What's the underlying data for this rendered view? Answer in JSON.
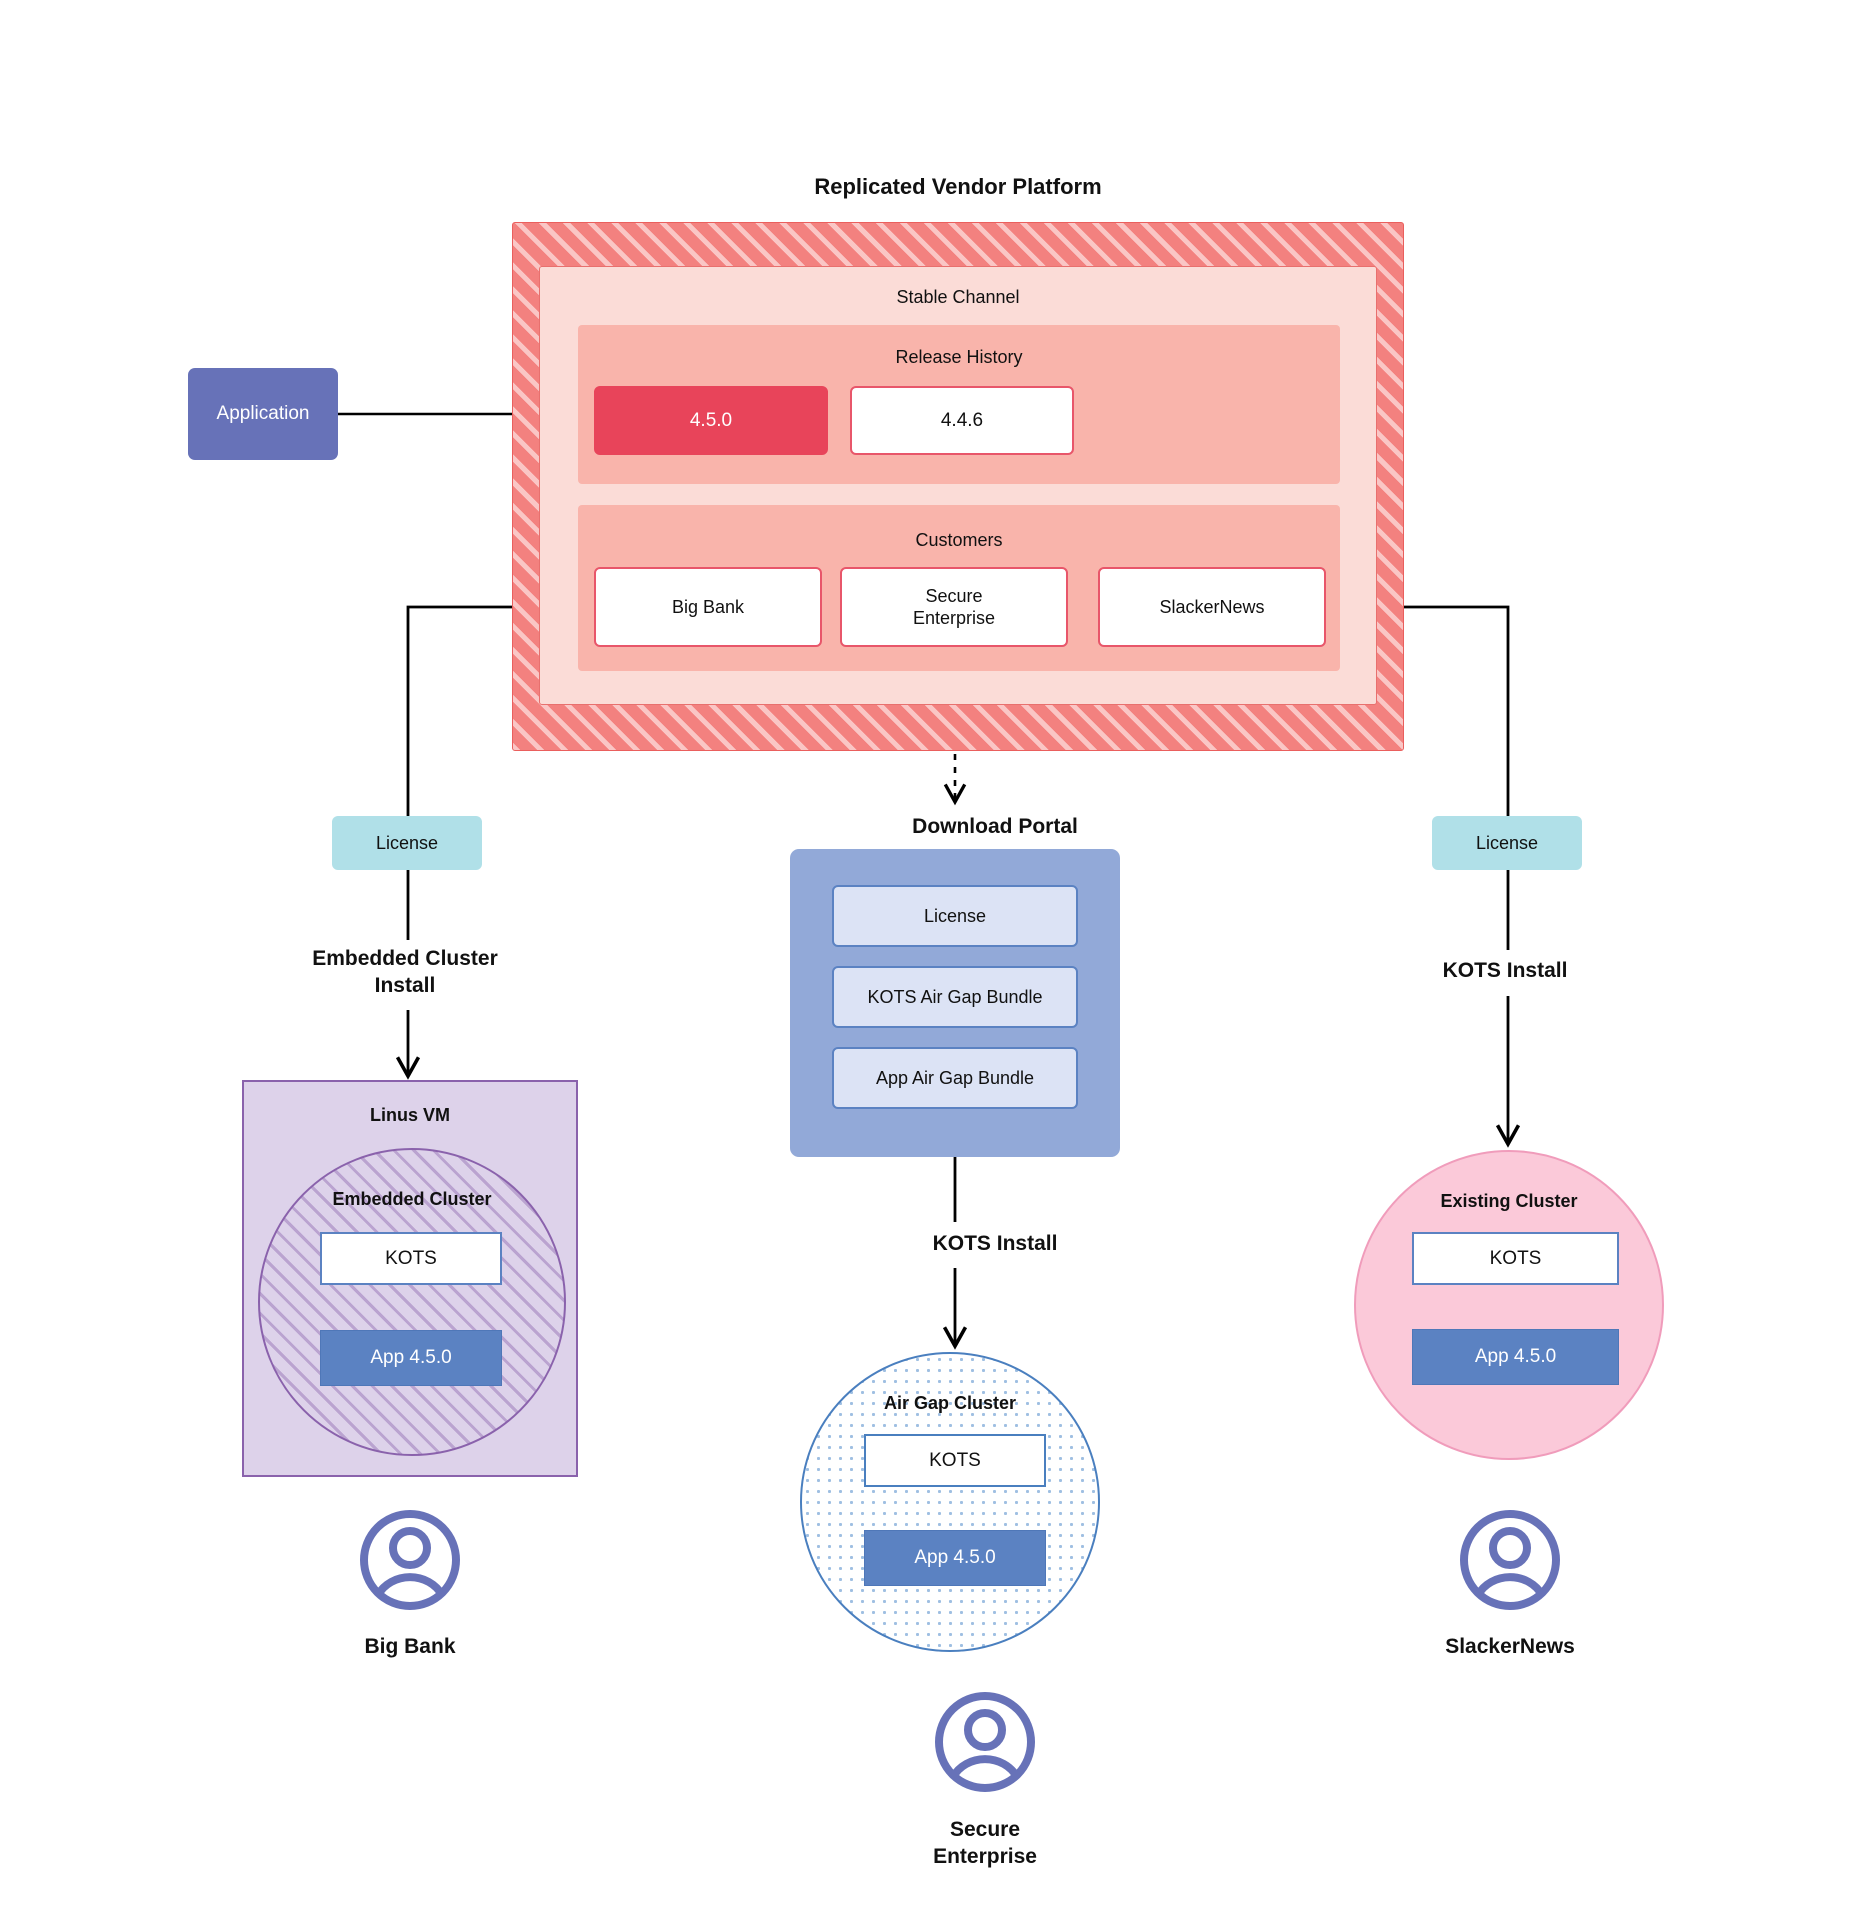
{
  "diagram": {
    "title": "Replicated Vendor Platform"
  },
  "application": {
    "label": "Application"
  },
  "vendor_platform": {
    "title": "Replicated Vendor Platform",
    "stable_channel": {
      "label": "Stable Channel",
      "release_history": {
        "label": "Release History",
        "releases": [
          {
            "version": "4.5.0",
            "state": "current"
          },
          {
            "version": "4.4.6",
            "state": "previous"
          }
        ]
      },
      "customers": {
        "label": "Customers",
        "items": [
          {
            "name": "Big Bank"
          },
          {
            "name": "Secure\nEnterprise"
          },
          {
            "name": "SlackerNews"
          }
        ]
      }
    }
  },
  "licenses": {
    "left_label": "License",
    "right_label": "License"
  },
  "flows": {
    "embedded_cluster_install": "Embedded Cluster\nInstall",
    "kots_install_right": "KOTS Install",
    "kots_install_middle": "KOTS Install"
  },
  "download_portal": {
    "title": "Download  Portal",
    "items": [
      {
        "label": "License"
      },
      {
        "label": "KOTS Air Gap Bundle"
      },
      {
        "label": "App Air Gap Bundle"
      }
    ]
  },
  "targets": {
    "linux_vm": {
      "label": "Linus VM",
      "embedded_cluster": {
        "label": "Embedded Cluster",
        "kots": "KOTS",
        "app": "App 4.5.0"
      }
    },
    "air_gap_cluster": {
      "label": "Air Gap Cluster",
      "kots": "KOTS",
      "app": "App 4.5.0"
    },
    "existing_cluster": {
      "label": "Existing Cluster",
      "kots": "KOTS",
      "app": "App 4.5.0"
    }
  },
  "personas": [
    {
      "name": "Big Bank"
    },
    {
      "name": "Secure\nEnterprise"
    },
    {
      "name": "SlackerNews"
    }
  ],
  "colors": {
    "vendor_frame": "#f3817f",
    "channel_bg": "#fbdcd7",
    "section_bg": "#f9b4ab",
    "release_current": "#e8445a",
    "release_border": "#e8566a",
    "application": "#6772b8",
    "license": "#b0e0e8",
    "portal": "#92a9d8",
    "portal_item": "#dce3f5",
    "app_blue": "#5b82c2",
    "vm_purple": "#ddd2ea",
    "vm_border": "#8a62ac",
    "existing_pink": "#fbc9d9",
    "airgap_border": "#4a7fbf",
    "avatar": "#6772b8"
  }
}
